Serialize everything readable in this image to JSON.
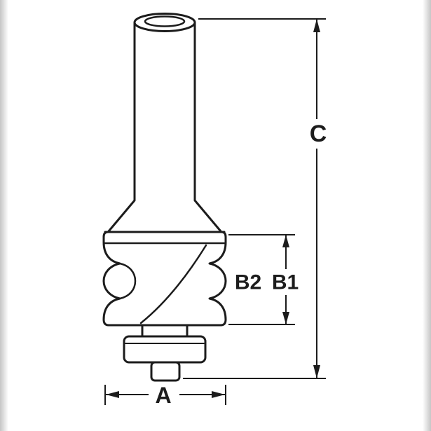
{
  "canvas": {
    "background": "#ffffff",
    "edge_shade": "#c6c6c6",
    "line_color": "#1c1c1c"
  },
  "diagram": {
    "type": "technical-dimension-drawing",
    "dimension_labels": [
      "A",
      "B2",
      "B1",
      "C"
    ]
  },
  "dimensions": {
    "a": {
      "label": "A"
    },
    "b1": {
      "label": "B1"
    },
    "b2": {
      "label": "B2"
    },
    "c": {
      "label": "C"
    }
  }
}
